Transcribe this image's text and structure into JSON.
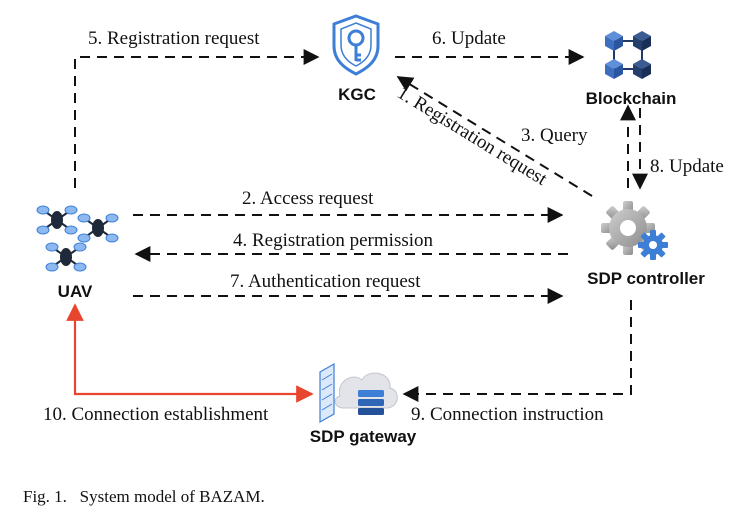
{
  "nodes": {
    "uav": "UAV",
    "kgc": "KGC",
    "blockchain": "Blockchain",
    "sdp_controller": "SDP controller",
    "sdp_gateway": "SDP gateway"
  },
  "edges": {
    "e1": "1. Registration request",
    "e2": "2. Access request",
    "e3": "3. Query",
    "e4": "4. Registration permission",
    "e5": "5. Registration request",
    "e6": "6. Update",
    "e7": "7. Authentication request",
    "e8": "8. Update",
    "e9": "9. Connection instruction",
    "e10": "10. Connection establishment"
  },
  "caption": "Fig. 1.   System model of BAZAM.",
  "colors": {
    "arrow": "#111111",
    "connection_arrow": "#e8452f",
    "icon_blue": "#3d7fd6",
    "cube_navy": "#1f3a66",
    "gear_gray": "#a8a8a8",
    "drone_dark": "#1e2a3a"
  },
  "icons": {
    "uav": "drone-swarm-icon",
    "kgc": "key-shield-icon",
    "blockchain": "cube-network-icon",
    "sdp_controller": "gears-icon",
    "sdp_gateway": "gateway-server-icon"
  }
}
